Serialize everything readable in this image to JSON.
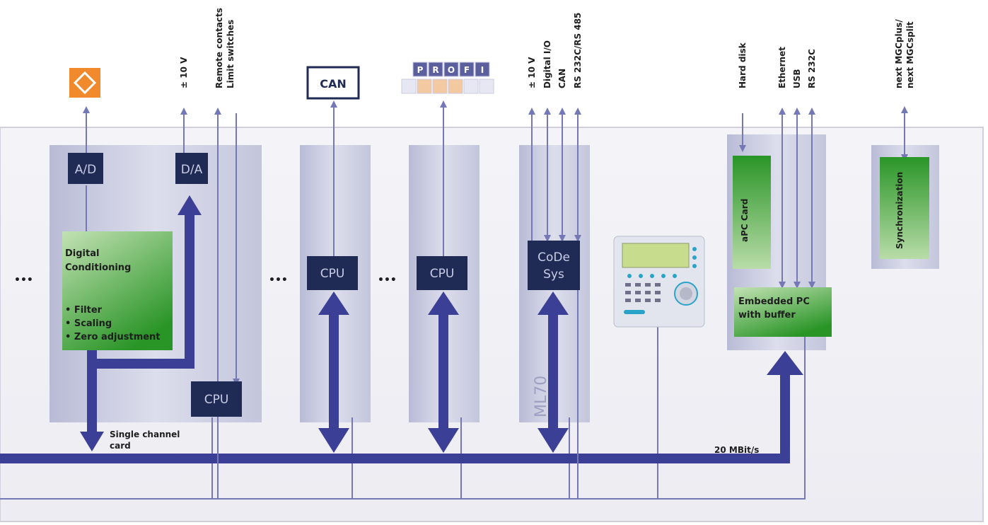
{
  "colors": {
    "bus": "#3c3f96",
    "line": "#7478b4",
    "chip": "#1f2a55",
    "chip_text": "#c9cde6",
    "card": "#c9cbdf",
    "green_top": "#b6dca7",
    "green_bottom": "#2f9a2c"
  },
  "top_labels": {
    "pm10v_a": "± 10 V",
    "remote_contacts": "Remote contacts",
    "limit_switches": "Limit switches",
    "pm10v_b": "± 10 V",
    "digital_io": "Digital I/O",
    "can": "CAN",
    "rs232c_rs485": "RS 232C/RS 485",
    "hard_disk": "Hard disk",
    "ethernet": "Ethernet",
    "usb": "USB",
    "rs232c": "RS 232C",
    "next_mgcplus": "next MGCplus/",
    "next_mgcsplit": "next MGCsplit"
  },
  "devices": {
    "can_box": "CAN",
    "profibus_letters": [
      "P",
      "R",
      "O",
      "F",
      "I"
    ]
  },
  "chips": {
    "ad": "A/D",
    "da": "D/A",
    "cpu_single": "CPU",
    "cpu_can": "CPU",
    "cpu_profibus": "CPU",
    "codesys_line1": "CoDe",
    "codesys_line2": "Sys"
  },
  "cards": {
    "digital_conditioning_line1": "Digital",
    "digital_conditioning_line2": "Conditioning",
    "bullet_filter": "• Filter",
    "bullet_scaling": "• Scaling",
    "bullet_zero": "• Zero adjustment",
    "apc_card": "aPC Card",
    "synchronization": "Synchronization",
    "embedded_line1": "Embedded PC",
    "embedded_line2": "with buffer",
    "ml70": "ML70"
  },
  "bus_labels": {
    "single_channel_line1": "Single channel",
    "single_channel_line2": "card",
    "speed": "20 MBit/s"
  },
  "ellipses": [
    "•••",
    "•••",
    "•••"
  ]
}
